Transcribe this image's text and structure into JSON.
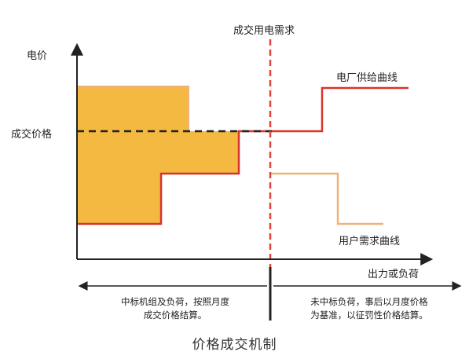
{
  "title_top": "成交用电需求",
  "axis": {
    "y_label": "电价",
    "x_label": "出力或负荷",
    "price_label": "成交价格"
  },
  "curves": {
    "supply_label": "电厂供给曲线",
    "demand_label": "用户需求曲线"
  },
  "notes": {
    "left_line1": "中标机组及负荷，按照月度",
    "left_line2": "成交价格结算。",
    "right_line1": "未中标负荷，事后以月度价格",
    "right_line2": "为基准，以征罚性价格结算。"
  },
  "caption": "价格成交机制",
  "colors": {
    "supply": "#d9342b",
    "demand": "#f0b27a",
    "fill": "#f3b940",
    "divider": "#e0453a"
  }
}
